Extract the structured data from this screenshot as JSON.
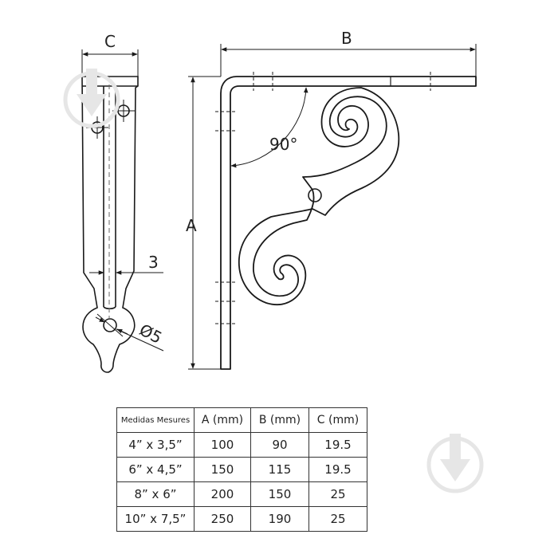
{
  "labels": {
    "c": "C",
    "b": "B",
    "a": "A",
    "angle": "90°",
    "thickness": "3",
    "hole": "Ø5"
  },
  "table": {
    "headers": [
      "Medidas Mesures",
      "A (mm)",
      "B (mm)",
      "C (mm)"
    ],
    "rows": [
      [
        "4” x 3,5”",
        "100",
        "90",
        "19.5"
      ],
      [
        "6” x 4,5”",
        "150",
        "115",
        "19.5"
      ],
      [
        "8” x 6”",
        "200",
        "150",
        "25"
      ],
      [
        "10” x 7,5”",
        "250",
        "190",
        "25"
      ]
    ]
  },
  "colors": {
    "line": "#1a1a1a",
    "watermark": "#e6e6e6"
  },
  "icons": [
    "watermark-logo-icon"
  ]
}
